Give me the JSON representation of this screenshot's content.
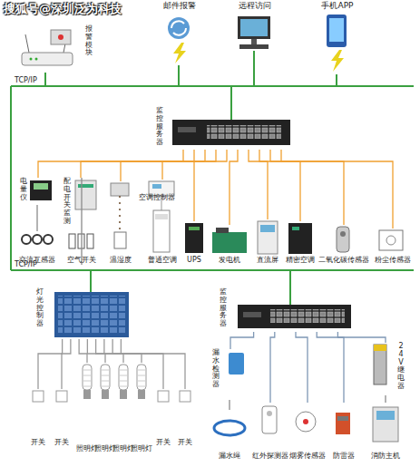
{
  "diagram": {
    "nodes": [
      {
        "text": [
          "报警模块"
        ]
      },
      {
        "text": [
          "邮件报警"
        ]
      },
      {
        "text": [
          "远程访问"
        ]
      },
      {
        "text": [
          "手机APP"
        ]
      },
      {
        "text": [
          "监控服务器"
        ]
      },
      {
        "text": [
          "电量仪"
        ]
      },
      {
        "text": [
          "交流互感器"
        ]
      },
      {
        "text": [
          "配电开关监测"
        ]
      },
      {
        "text": [
          "空气开关"
        ]
      },
      {
        "text": [
          "温湿度"
        ]
      },
      {
        "text": [
          "普通空调"
        ]
      },
      {
        "text": [
          "UPS"
        ]
      },
      {
        "text": [
          "发电机"
        ]
      },
      {
        "text": [
          "直流屏"
        ]
      },
      {
        "text": [
          "精密空调"
        ]
      },
      {
        "text": [
          "二氧化碳传感器"
        ]
      },
      {
        "text": [
          "粉尘传感器"
        ]
      },
      {
        "text": [
          "灯光控制器"
        ]
      },
      {
        "text": [
          "开关"
        ]
      },
      {
        "text": [
          "开关"
        ]
      },
      {
        "text": [
          "照明灯"
        ]
      },
      {
        "text": [
          "照明灯"
        ]
      },
      {
        "text": [
          "照明灯"
        ]
      },
      {
        "text": [
          "照明灯"
        ]
      },
      {
        "text": [
          "开关"
        ]
      },
      {
        "text": [
          "开关"
        ]
      },
      {
        "text": [
          "监控服务器"
        ]
      },
      {
        "text": [
          "漏水检测器"
        ]
      },
      {
        "text": [
          "漏水绳"
        ]
      },
      {
        "text": [
          "红外探测器"
        ]
      },
      {
        "text": [
          "烟雾传感器"
        ]
      },
      {
        "text": [
          "防雷器"
        ]
      },
      {
        "text": [
          "消防主机"
        ]
      },
      {
        "text": [
          "24V继电器"
        ]
      }
    ],
    "edges": [
      {
        "from": 4,
        "to": 5,
        "arrow": "none"
      },
      {
        "from": 4,
        "to": 7,
        "arrow": "none"
      },
      {
        "from": 4,
        "to": 9,
        "arrow": "none"
      },
      {
        "from": 4,
        "to": 10,
        "arrow": "none"
      },
      {
        "from": 4,
        "to": 11,
        "arrow": "none"
      },
      {
        "from": 4,
        "to": 12,
        "arrow": "none"
      },
      {
        "from": 4,
        "to": 13,
        "arrow": "none"
      },
      {
        "from": 4,
        "to": 14,
        "arrow": "none"
      },
      {
        "from": 4,
        "to": 15,
        "arrow": "none"
      },
      {
        "from": 4,
        "to": 16,
        "arrow": "none"
      },
      {
        "from": 5,
        "to": 6,
        "arrow": "none"
      },
      {
        "from": 7,
        "to": 8,
        "arrow": "none"
      },
      {
        "from": 17,
        "to": 18,
        "arrow": "none"
      },
      {
        "from": 17,
        "to": 19,
        "arrow": "none"
      },
      {
        "from": 17,
        "to": 20,
        "arrow": "none"
      },
      {
        "from": 17,
        "to": 21,
        "arrow": "none"
      },
      {
        "from": 17,
        "to": 22,
        "arrow": "none"
      },
      {
        "from": 17,
        "to": 23,
        "arrow": "none"
      },
      {
        "from": 17,
        "to": 24,
        "arrow": "none"
      },
      {
        "from": 17,
        "to": 25,
        "arrow": "none"
      },
      {
        "from": 26,
        "to": 27,
        "arrow": "none"
      },
      {
        "from": 26,
        "to": 29,
        "arrow": "none"
      },
      {
        "from": 26,
        "to": 30,
        "arrow": "none"
      },
      {
        "from": 26,
        "to": 31,
        "arrow": "none"
      },
      {
        "from": 26,
        "to": 33,
        "arrow": "none"
      },
      {
        "from": 27,
        "to": 28,
        "arrow": "none"
      },
      {
        "from": 33,
        "to": 32,
        "arrow": "none"
      }
    ],
    "labels": [
      "搜狐号@深圳泛为科技",
      "TCP/IP",
      "TCP/IP",
      "空调控制器"
    ]
  }
}
